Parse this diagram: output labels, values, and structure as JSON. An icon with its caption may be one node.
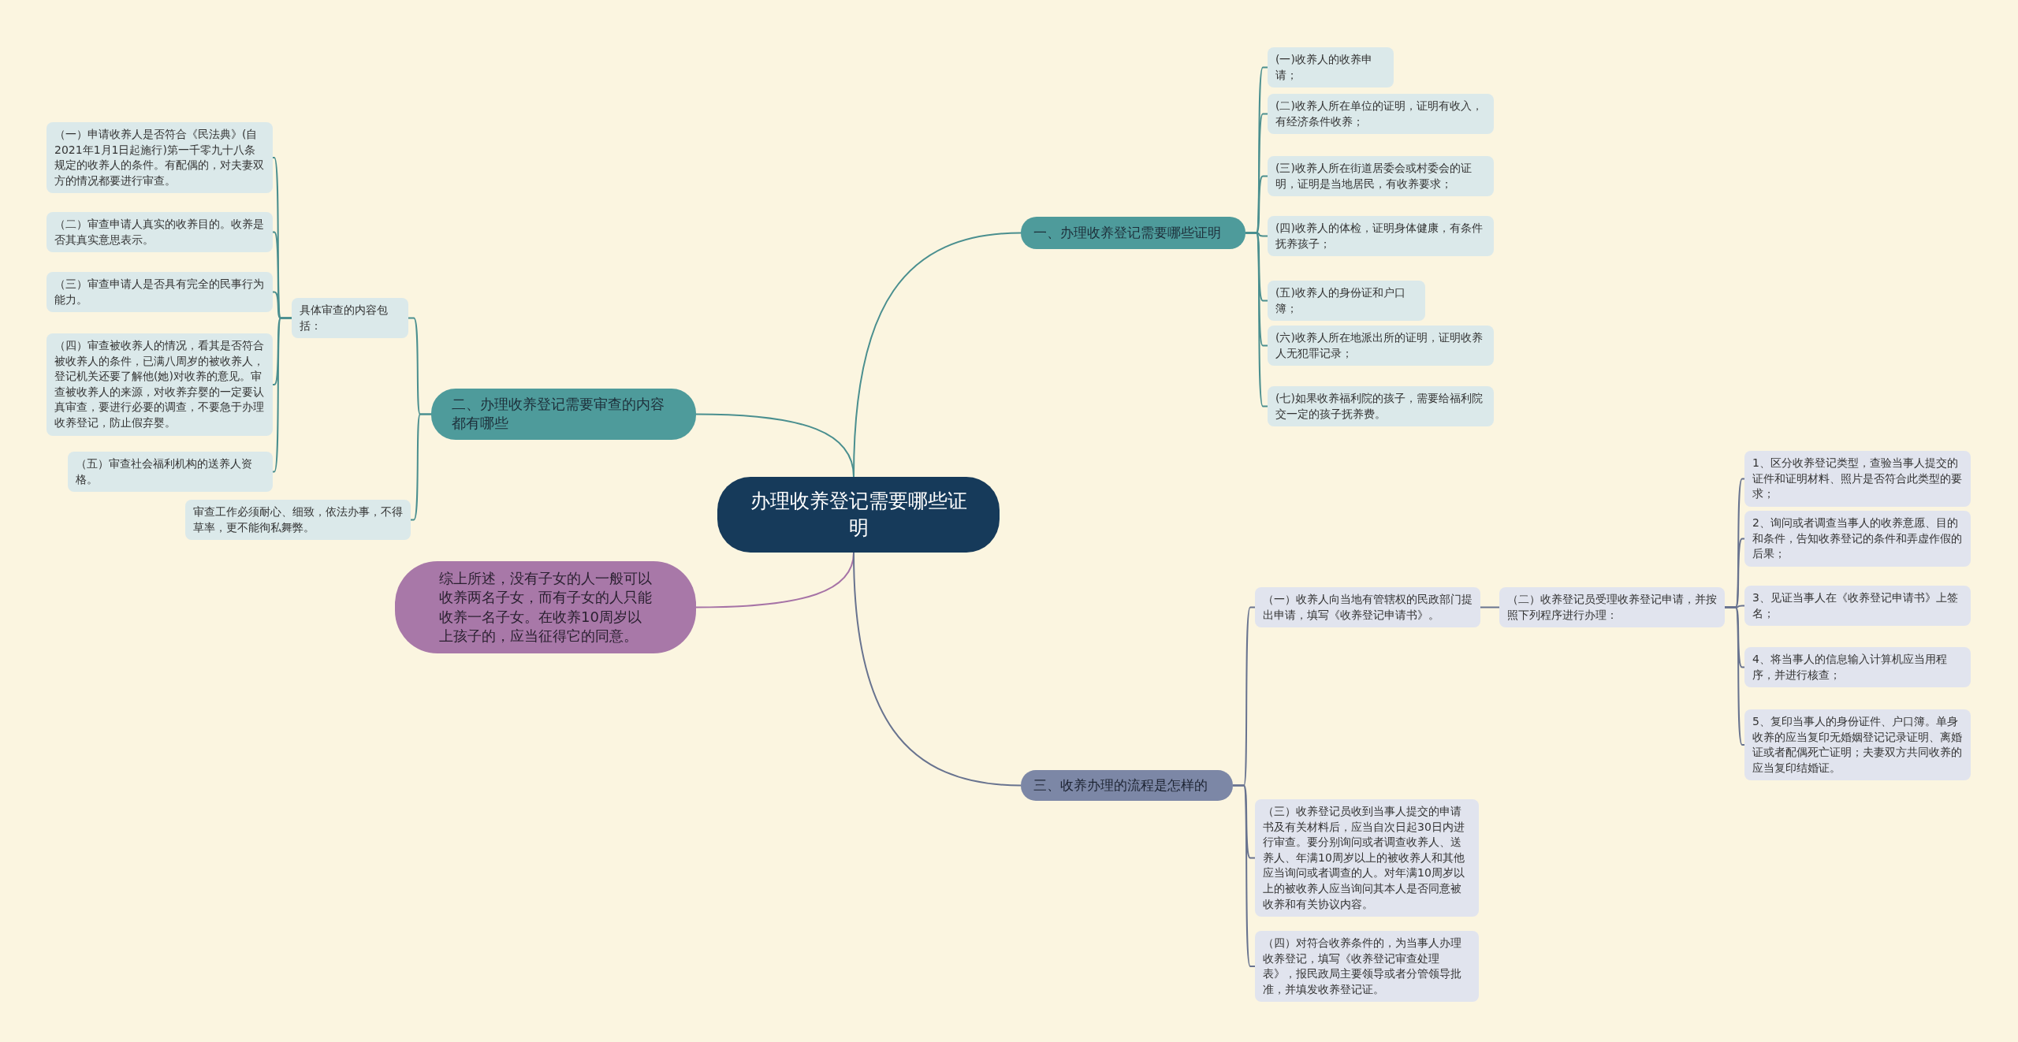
{
  "diagram": {
    "nodes": [
      {
        "text": [
          "办理收养登记需要哪些证明"
        ]
      },
      {
        "text": [
          "一、办理收养登记需要哪些证明"
        ]
      },
      {
        "text": [
          "(一)收养人的收养申请；"
        ]
      },
      {
        "text": [
          "(二)收养人所在单位的证明，证明有收入，有经济条件收养；"
        ]
      },
      {
        "text": [
          "(三)收养人所在街道居委会或村委会的证明，证明是当地居民，有收养要求；"
        ]
      },
      {
        "text": [
          "(四)收养人的体检，证明身体健康，有条件抚养孩子；"
        ]
      },
      {
        "text": [
          "(五)收养人的身份证和户口簿；"
        ]
      },
      {
        "text": [
          "(六)收养人所在地派出所的证明，证明收养人无犯罪记录；"
        ]
      },
      {
        "text": [
          "(七)如果收养福利院的孩子，需要给福利院交一定的孩子抚养费。"
        ]
      },
      {
        "text": [
          "二、办理收养登记需要审查的内容都有哪些"
        ]
      },
      {
        "text": [
          "具体审查的内容包括："
        ]
      },
      {
        "text": [
          "（一）申请收养人是否符合《民法典》(自2021年1月1日起施行)第一千零九十八条规定的收养人的条件。有配偶的，对夫妻双方的情况都要进行审查。"
        ]
      },
      {
        "text": [
          "（二）审查申请人真实的收养目的。收养是否其真实意思表示。"
        ]
      },
      {
        "text": [
          "（三）审查申请人是否具有完全的民事行为能力。"
        ]
      },
      {
        "text": [
          "（四）审查被收养人的情况，看其是否符合被收养人的条件，已满八周岁的被收养人，登记机关还要了解他(她)对收养的意见。审查被收养人的来源，对收养弃婴的一定要认真审查，要进行必要的调查，不要急于办理收养登记，防止假弃婴。"
        ]
      },
      {
        "text": [
          "（五）审查社会福利机构的送养人资格。"
        ]
      },
      {
        "text": [
          "审查工作必须耐心、细致，依法办事，不得草率，更不能徇私舞弊。"
        ]
      },
      {
        "text": [
          "综上所述，没有子女的人一般可以收养两名子女，而有子女的人只能收养一名子女。在收养10周岁以上孩子的，应当征得它的同意。"
        ]
      },
      {
        "text": [
          "三、收养办理的流程是怎样的"
        ]
      },
      {
        "text": [
          "（一）收养人向当地有管辖权的民政部门提出申请，填写《收养登记申请书》。"
        ]
      },
      {
        "text": [
          "（二）收养登记员受理收养登记申请，并按照下列程序进行办理："
        ]
      },
      {
        "text": [
          "1、区分收养登记类型，查验当事人提交的证件和证明材料、照片是否符合此类型的要求；"
        ]
      },
      {
        "text": [
          "2、询问或者调查当事人的收养意愿、目的和条件，告知收养登记的条件和弄虚作假的后果；"
        ]
      },
      {
        "text": [
          "3、见证当事人在《收养登记申请书》上签名；"
        ]
      },
      {
        "text": [
          "4、将当事人的信息输入计算机应当用程序，并进行核查；"
        ]
      },
      {
        "text": [
          "5、复印当事人的身份证件、户口簿。单身收养的应当复印无婚姻登记记录证明、离婚证或者配偶死亡证明；夫妻双方共同收养的应当复印结婚证。"
        ]
      },
      {
        "text": [
          "（三）收养登记员收到当事人提交的申请书及有关材料后，应当自次日起30日内进行审查。要分别询问或者调查收养人、送养人、年满10周岁以上的被收养人和其他应当询问或者调查的人。对年满10周岁以上的被收养人应当询问其本人是否同意被收养和有关协议内容。"
        ]
      },
      {
        "text": [
          "（四）对符合收养条件的，为当事人办理收养登记，填写《收养登记审查处理表》，报民政局主要领导或者分管领导批准，并填发收养登记证。"
        ]
      }
    ],
    "edges": [
      {
        "from": 0,
        "to": 1,
        "arrow": "none"
      },
      {
        "from": 1,
        "to": 2,
        "arrow": "none"
      },
      {
        "from": 1,
        "to": 3,
        "arrow": "none"
      },
      {
        "from": 1,
        "to": 4,
        "arrow": "none"
      },
      {
        "from": 1,
        "to": 5,
        "arrow": "none"
      },
      {
        "from": 1,
        "to": 6,
        "arrow": "none"
      },
      {
        "from": 1,
        "to": 7,
        "arrow": "none"
      },
      {
        "from": 1,
        "to": 8,
        "arrow": "none"
      },
      {
        "from": 0,
        "to": 9,
        "arrow": "none"
      },
      {
        "from": 9,
        "to": 10,
        "arrow": "none"
      },
      {
        "from": 10,
        "to": 11,
        "arrow": "none"
      },
      {
        "from": 10,
        "to": 12,
        "arrow": "none"
      },
      {
        "from": 10,
        "to": 13,
        "arrow": "none"
      },
      {
        "from": 10,
        "to": 14,
        "arrow": "none"
      },
      {
        "from": 10,
        "to": 15,
        "arrow": "none"
      },
      {
        "from": 9,
        "to": 16,
        "arrow": "none"
      },
      {
        "from": 0,
        "to": 17,
        "arrow": "none",
        "color": "#a673a6"
      },
      {
        "from": 0,
        "to": 18,
        "arrow": "none",
        "color": "#68738f"
      },
      {
        "from": 18,
        "to": 19,
        "arrow": "none",
        "color": "#68738f"
      },
      {
        "from": 19,
        "to": 20,
        "arrow": "none",
        "color": "#68738f"
      },
      {
        "from": 20,
        "to": 21,
        "arrow": "none",
        "color": "#68738f"
      },
      {
        "from": 20,
        "to": 22,
        "arrow": "none",
        "color": "#68738f"
      },
      {
        "from": 20,
        "to": 23,
        "arrow": "none",
        "color": "#68738f"
      },
      {
        "from": 20,
        "to": 24,
        "arrow": "none",
        "color": "#68738f"
      },
      {
        "from": 20,
        "to": 25,
        "arrow": "none",
        "color": "#68738f"
      },
      {
        "from": 18,
        "to": 26,
        "arrow": "none",
        "color": "#68738f"
      },
      {
        "from": 18,
        "to": 27,
        "arrow": "none",
        "color": "#68738f"
      }
    ]
  }
}
